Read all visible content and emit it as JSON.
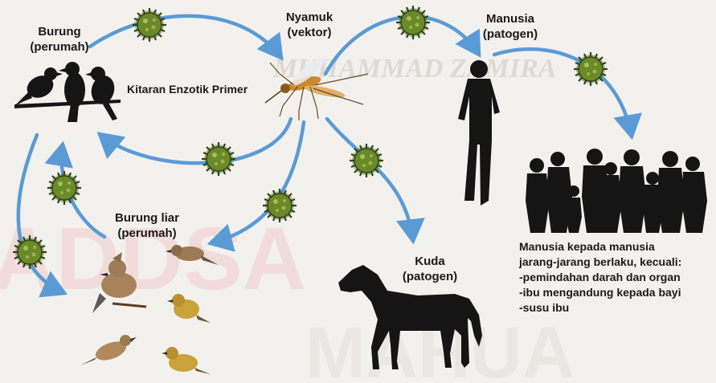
{
  "labels": {
    "bird_host": [
      "Burung",
      "(perumah)"
    ],
    "mosquito": [
      "Nyamuk",
      "(vektor)"
    ],
    "human": [
      "Manusia",
      "(patogen)"
    ],
    "cycle": "Kitaran Enzotik Primer",
    "wild_bird": [
      "Burung liar",
      "(perumah)"
    ],
    "horse": [
      "Kuda",
      "(patogen)"
    ]
  },
  "note": [
    "Manusia kepada manusia",
    "jarang-jarang berlaku, kecuali:",
    "-pemindahan darah dan organ",
    "-ibu mengandung kepada bayi",
    "-susu ibu"
  ],
  "colors": {
    "arrow": "#5b9bd5",
    "virus_body": "#6a8a2a",
    "virus_spike": "#2f4410",
    "silhouette": "#151515",
    "watermark_red": "#f2c9c9",
    "background": "#f3f1ee"
  },
  "icons": [
    "virus-icon",
    "bird-icon",
    "mosquito-icon",
    "person-icon",
    "crowd-icon",
    "horse-icon"
  ]
}
